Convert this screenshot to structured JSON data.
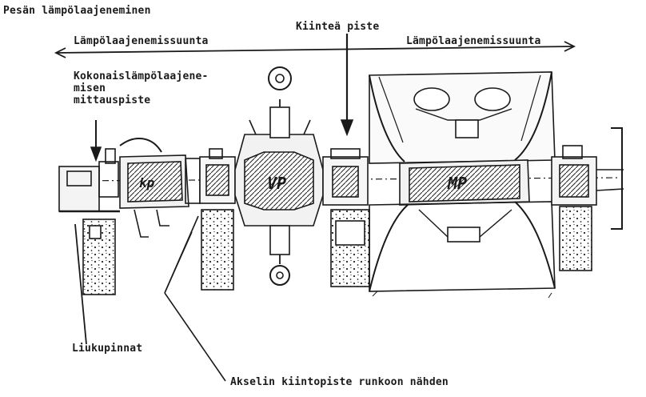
{
  "title": "Pesän lämpölaajeneminen",
  "fixed_point": "Kiinteä piste",
  "direction_left": "Lämpölaajenemissuunta",
  "direction_right": "Lämpölaajenemissuunta",
  "measure_point": "Kokonaislämpölaajene-\nmisen\nmittauspiste",
  "sliding_surfaces": "Liukupinnat",
  "shaft_fixed_point": "Akselin kiintopiste runkoon nähden",
  "sections": {
    "kp": "kp",
    "vp": "VP",
    "mp": "MP"
  },
  "colors": {
    "ink": "#1a1a1a",
    "background": "#ffffff"
  }
}
